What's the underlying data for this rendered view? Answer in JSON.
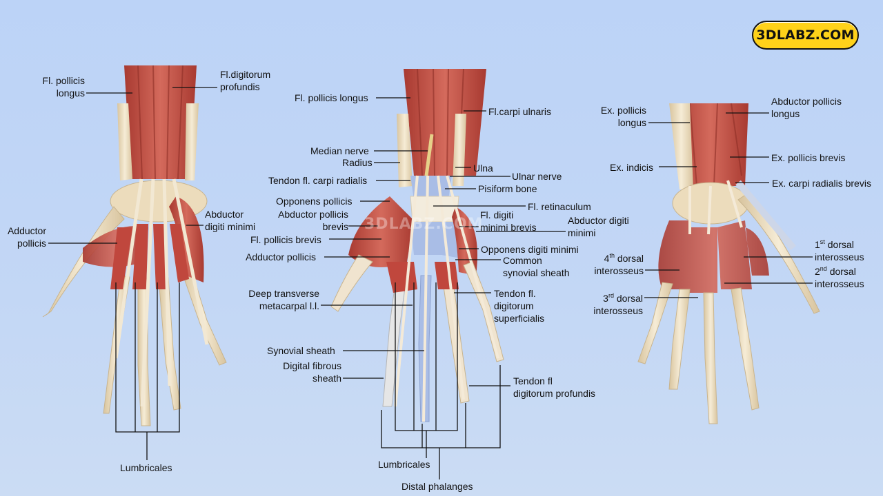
{
  "brand": {
    "logo_text": "3DLABZ.COM"
  },
  "watermark": "3DLABZ.COM",
  "palette": {
    "background": "#c3d7f5",
    "muscle": "#c8564a",
    "tendon": "#f0e4cf",
    "bone": "#ecdcbc",
    "sheath": "#a9bde6"
  },
  "views": {
    "palmar_deep": {
      "labels": {
        "fl_pollicis_longus": [
          "Fl. pollicis",
          "longus"
        ],
        "fl_digitorum_profundis": [
          "Fl.digitorum",
          "profundis"
        ],
        "abductor_digiti_minimi": [
          "Abductor",
          "digiti minimi"
        ],
        "adductor_pollicis": [
          "Adductor",
          "pollicis"
        ],
        "lumbricales": "Lumbricales"
      }
    },
    "palmar_superficial": {
      "labels": {
        "fl_pollicis_longus": "Fl. pollicis longus",
        "fl_carpi_ulnaris": "Fl.carpi ulnaris",
        "median_nerve": "Median nerve",
        "radius": "Radius",
        "ulna": "Ulna",
        "ulnar_nerve": "Ulnar nerve",
        "tendon_fl_carpi_radialis": "Tendon fl. carpi radialis",
        "pisiform_bone": "Pisiform bone",
        "opponens_pollicis": "Opponens pollicis",
        "fl_retinaculum": "Fl. retinaculum",
        "abductor_pollicis_brevis": [
          "Abductor pollicis",
          "brevis"
        ],
        "fl_digiti_minimi_brevis": [
          "Fl. digiti",
          "minimi brevis"
        ],
        "abductor_digiti_minimi": [
          "Abductor digiti",
          "minimi"
        ],
        "fl_pollicis_brevis": "Fl. pollicis brevis",
        "opponens_digiti_minimi": "Opponens digiti minimi",
        "adductor_pollicis": "Adductor pollicis",
        "common_synovial_sheath": [
          "Common",
          "synovial sheath"
        ],
        "deep_transverse_metacarpal": [
          "Deep transverse",
          "metacarpal l.l."
        ],
        "tendon_fl_digitorum_superficialis": [
          "Tendon fl.",
          "digitorum",
          "superficialis"
        ],
        "synovial_sheath": "Synovial sheath",
        "digital_fibrous_sheath": [
          "Digital fibrous",
          "sheath"
        ],
        "tendon_fl_digitorum_profundis": [
          "Tendon fl",
          "digitorum profundis"
        ],
        "lumbricales": "Lumbricales",
        "distal_phalanges": "Distal phalanges"
      }
    },
    "dorsal": {
      "labels": {
        "ex_pollicis_longus": [
          "Ex. pollicis",
          "longus"
        ],
        "abductor_pollicis_longus": [
          "Abductor pollicis",
          "longus"
        ],
        "ex_pollicis_brevis": "Ex. pollicis brevis",
        "ex_indicis": "Ex. indicis",
        "ex_carpi_radialis_brevis": "Ex. carpi radialis brevis",
        "dorsal_interosseus_1": {
          "num": "1",
          "sup": "st",
          "rest": " dorsal",
          "line2": "interosseus"
        },
        "dorsal_interosseus_4": {
          "num": "4",
          "sup": "th",
          "rest": " dorsal",
          "line2": "interosseus"
        },
        "dorsal_interosseus_2": {
          "num": "2",
          "sup": "nd",
          "rest": " dorsal",
          "line2": "interosseus"
        },
        "dorsal_interosseus_3": {
          "num": "3",
          "sup": "rd",
          "rest": " dorsal",
          "line2": "interosseus"
        }
      }
    }
  }
}
